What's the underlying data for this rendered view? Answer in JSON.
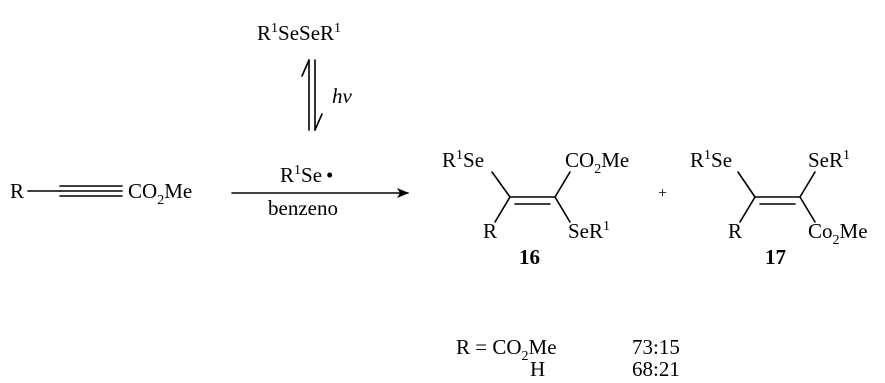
{
  "reagent_top": {
    "part1": "R",
    "sup1": "1",
    "part2": "SeSeR",
    "sup2": "1"
  },
  "hv_label": "hv",
  "reactant": {
    "r_label": "R",
    "co2me_c": "CO",
    "co2me_sub": "2",
    "co2me_me": "Me"
  },
  "arrow": {
    "above_main": "R",
    "above_sup": "1",
    "above_se": "Se",
    "above_dot": "•",
    "below": "benzeno"
  },
  "product16": {
    "r1se_r": "R",
    "r1se_sup": "1",
    "r1se_se": "Se",
    "co2me_c": "CO",
    "co2me_sub": "2",
    "co2me_me": "Me",
    "r_label": "R",
    "ser1_se": "SeR",
    "ser1_sup": "1",
    "number": "16"
  },
  "plus": "+",
  "product17": {
    "r1se_r": "R",
    "r1se_sup": "1",
    "r1se_se": "Se",
    "ser1_se": "SeR",
    "ser1_sup": "1",
    "r_label": "R",
    "co2me_c": "Co",
    "co2me_sub": "2",
    "co2me_me": "Me",
    "number": "17"
  },
  "ratios": {
    "row1_label": "R = CO",
    "row1_sub": "2",
    "row1_me": "Me",
    "row1_ratio": "73:15",
    "row2_label": "H",
    "row2_ratio": "68:21"
  }
}
